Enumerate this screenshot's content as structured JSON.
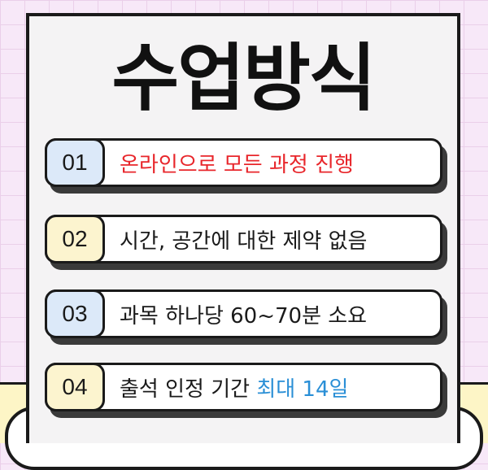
{
  "title": "수업방식",
  "items": [
    {
      "number": "01",
      "segments": [
        {
          "text": "온라인으로 모든 과정 진행"
        }
      ]
    },
    {
      "number": "02",
      "segments": [
        {
          "text": "시간, 공간에 대한 제약 없음"
        }
      ]
    },
    {
      "number": "03",
      "segments": [
        {
          "text": "과목 하나당 60~70분 소요"
        }
      ]
    },
    {
      "number": "04",
      "segments": [
        {
          "text": "출석 인정 기간 "
        },
        {
          "text": "최대 14일"
        }
      ]
    }
  ],
  "colors": {
    "background": "#f7e8f8",
    "highlight_red": "#e8262b",
    "highlight_blue": "#2a8fd6",
    "badge_blue": "#dce9f9",
    "badge_yellow": "#fcf4cf"
  }
}
